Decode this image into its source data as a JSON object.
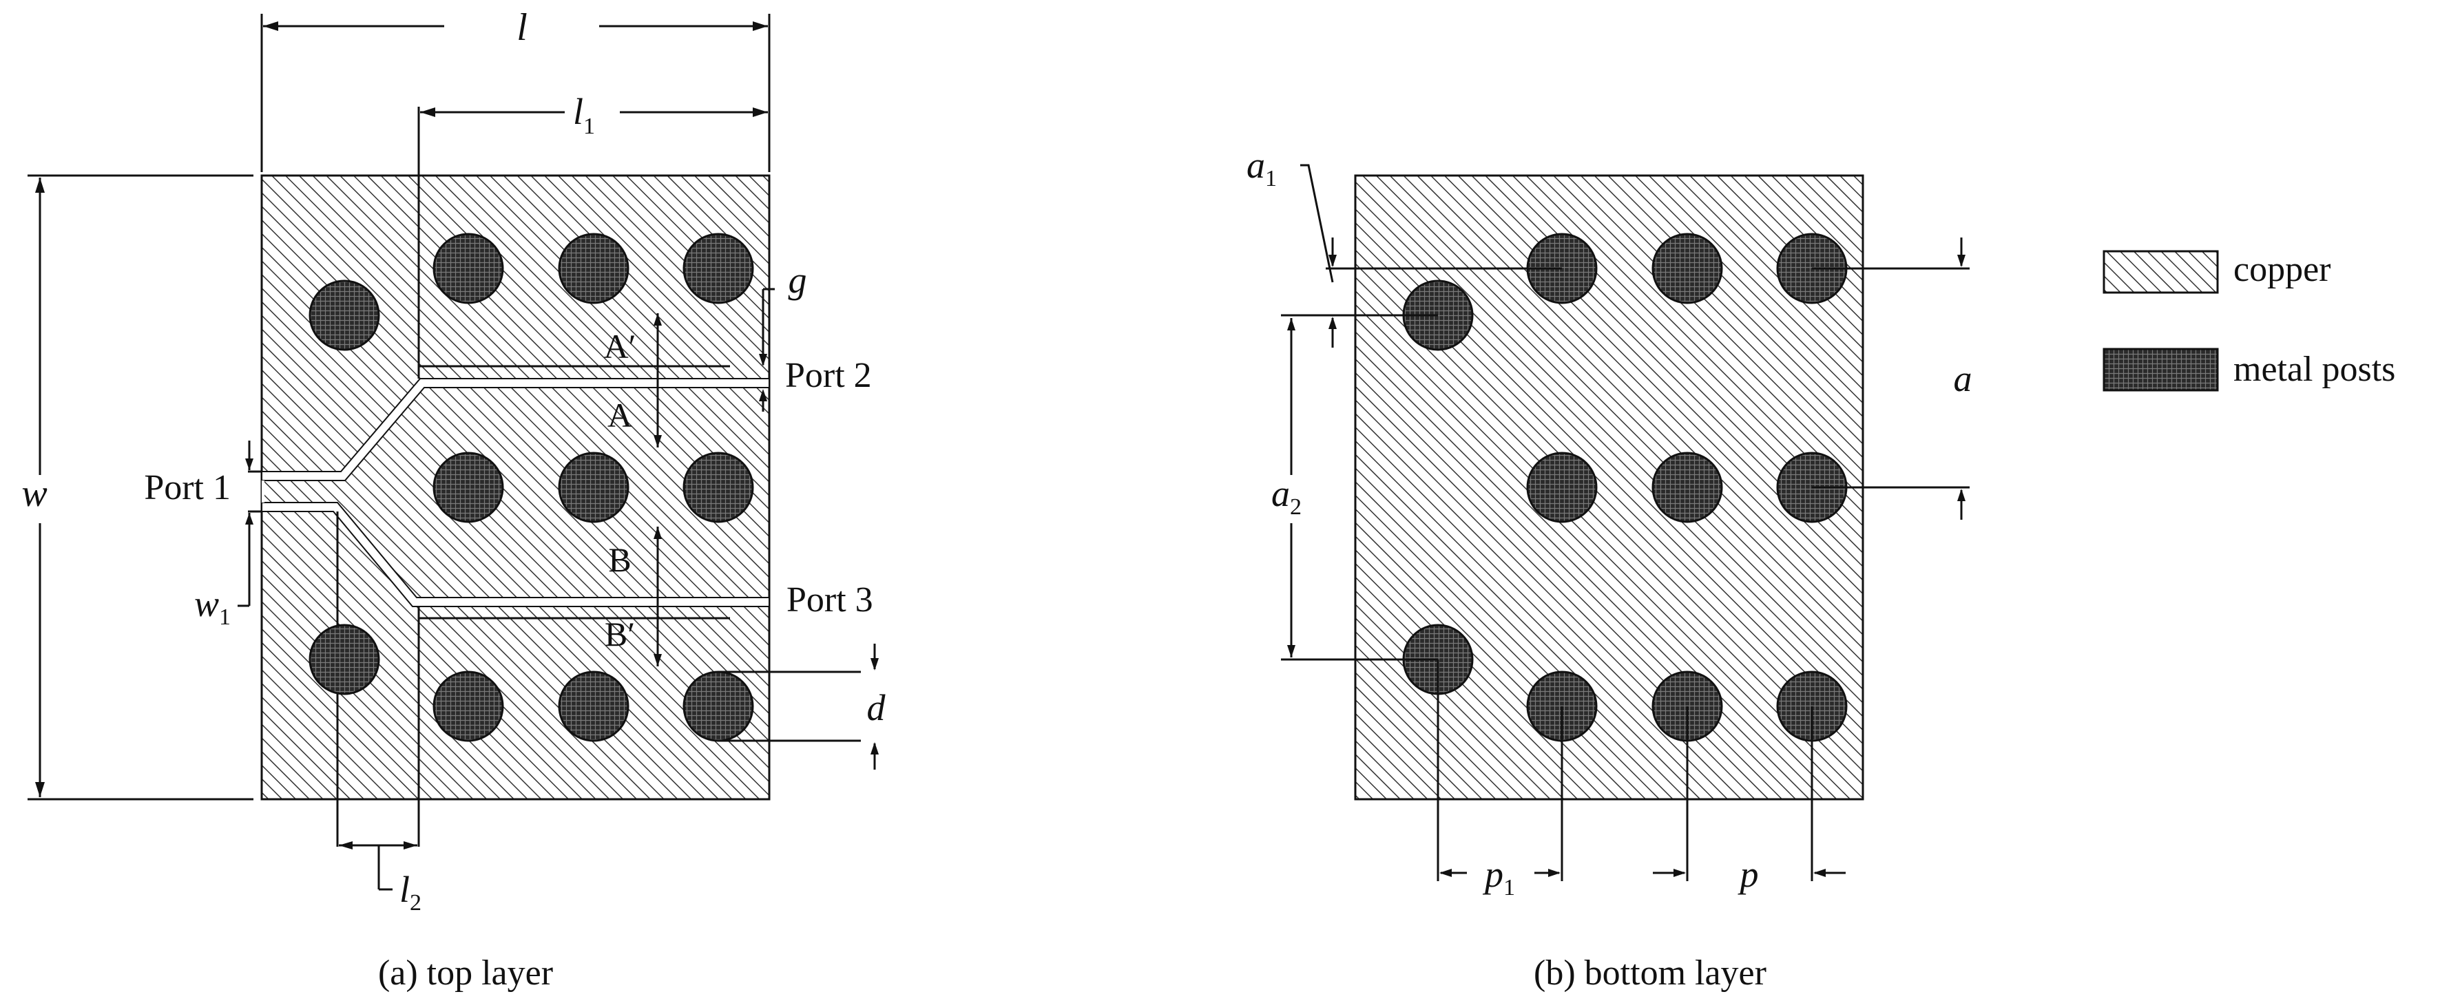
{
  "figure": {
    "top_layer": {
      "caption": "(a) top layer",
      "dims": {
        "l": "l",
        "l1_base": "l",
        "l1_sub": "1",
        "l2_base": "l",
        "l2_sub": "2",
        "w": "w",
        "w1_base": "w",
        "w1_sub": "1",
        "g": "g",
        "d": "d"
      },
      "ports": {
        "port1": "Port 1",
        "port2": "Port 2",
        "port3": "Port 3"
      },
      "sections": {
        "a_prime": "A′",
        "a": "A",
        "b": "B",
        "b_prime": "B′"
      }
    },
    "bottom_layer": {
      "caption": "(b) bottom layer",
      "dims": {
        "a": "a",
        "a1_base": "a",
        "a1_sub": "1",
        "a2_base": "a",
        "a2_sub": "2",
        "p": "p",
        "p1_base": "p",
        "p1_sub": "1"
      }
    },
    "legend": {
      "copper": "copper",
      "metal_posts": "metal posts"
    },
    "colors": {
      "copper_hatch": "#333333",
      "post_fill": "#2a2a2a",
      "line": "#111111"
    }
  }
}
